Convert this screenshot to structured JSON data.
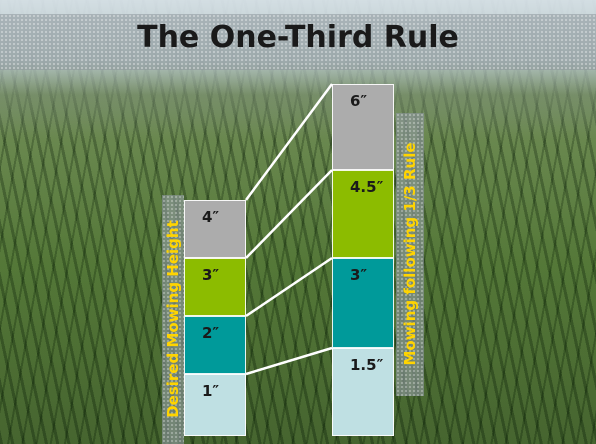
{
  "title": "The One-Third Rule",
  "left_column": {
    "label": "Desired Mowing Height",
    "segments": [
      {
        "label": "4″",
        "color": "#acacac"
      },
      {
        "label": "3″",
        "color": "#8cbc00"
      },
      {
        "label": "2″",
        "color": "#009a9a"
      },
      {
        "label": "1″",
        "color": "#bfe0e3"
      }
    ]
  },
  "right_column": {
    "label": "Mowing following 1/3 Rule",
    "segments": [
      {
        "label": "6″",
        "color": "#acacac"
      },
      {
        "label": "4.5″",
        "color": "#8cbc00"
      },
      {
        "label": "3″",
        "color": "#009a9a"
      },
      {
        "label": "1.5″",
        "color": "#bfe0e3"
      }
    ]
  },
  "colors": {
    "label_text": "#ffd400",
    "connector_lines": "#ffffff"
  }
}
